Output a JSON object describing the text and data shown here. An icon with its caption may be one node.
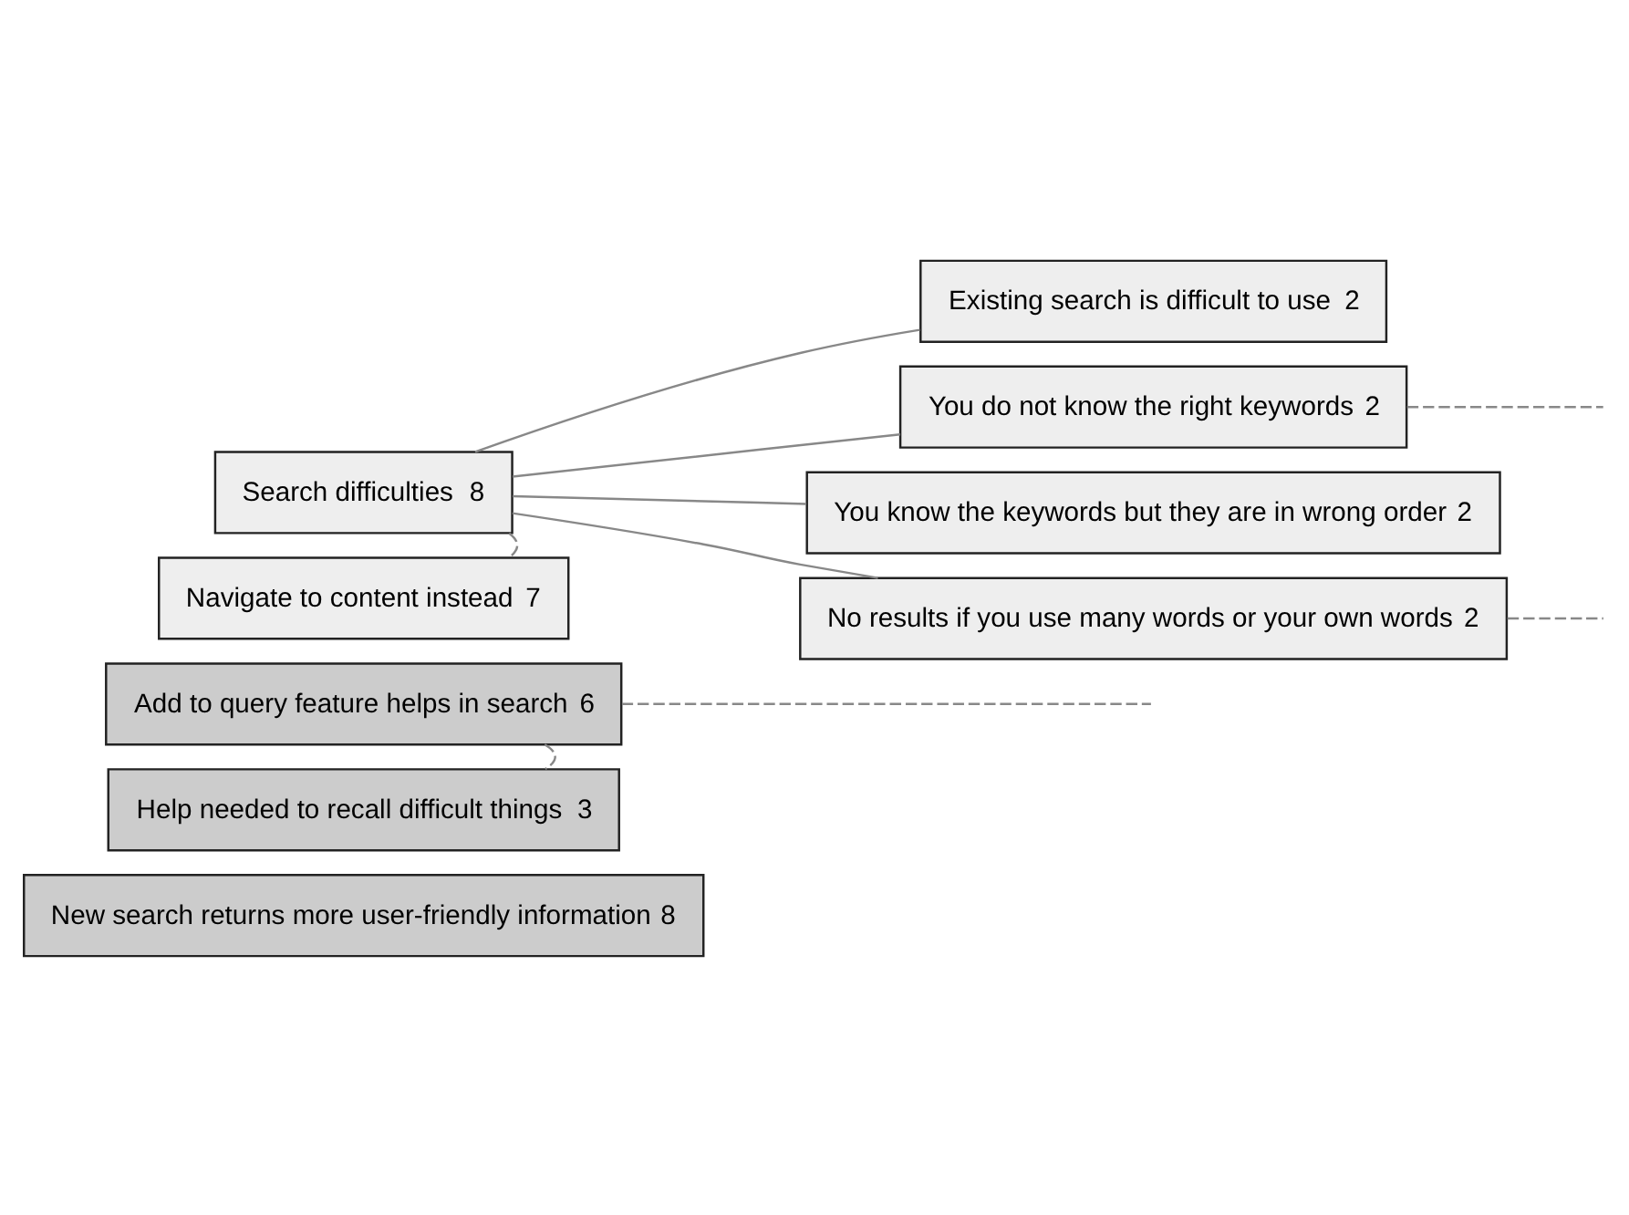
{
  "diagram": {
    "nodes": [
      {
        "text": [
          "Search difficulties",
          "8"
        ]
      },
      {
        "text": [
          "Existing search is difficult to use",
          "2"
        ]
      },
      {
        "text": [
          "You do not know the right keywords",
          "2"
        ]
      },
      {
        "text": [
          "You know the keywords but they are in wrong order",
          "2"
        ]
      },
      {
        "text": [
          "No results if you use many words or your own words",
          "2"
        ]
      },
      {
        "text": [
          "Navigate to content instead",
          "7"
        ]
      },
      {
        "text": [
          "Add to query feature helps in search",
          "6"
        ]
      },
      {
        "text": [
          "Help needed to recall difficult things",
          "3"
        ]
      },
      {
        "text": [
          "New search returns more user-friendly information",
          "8"
        ]
      }
    ],
    "edges": [
      {
        "from": 0,
        "to": 1,
        "arrow": "none"
      },
      {
        "from": 0,
        "to": 2,
        "arrow": "none"
      },
      {
        "from": 0,
        "to": 3,
        "arrow": "none"
      },
      {
        "from": 0,
        "to": 4,
        "arrow": "none"
      },
      {
        "from": 2,
        "to": null,
        "arrow": "none",
        "style": "dashed"
      },
      {
        "from": 4,
        "to": null,
        "arrow": "none",
        "style": "dashed"
      },
      {
        "from": 0,
        "to": 5,
        "arrow": "none",
        "style": "dashed"
      },
      {
        "from": 6,
        "to": null,
        "arrow": "none",
        "style": "dashed"
      },
      {
        "from": 6,
        "to": 7,
        "arrow": "none",
        "style": "dashed"
      }
    ]
  }
}
